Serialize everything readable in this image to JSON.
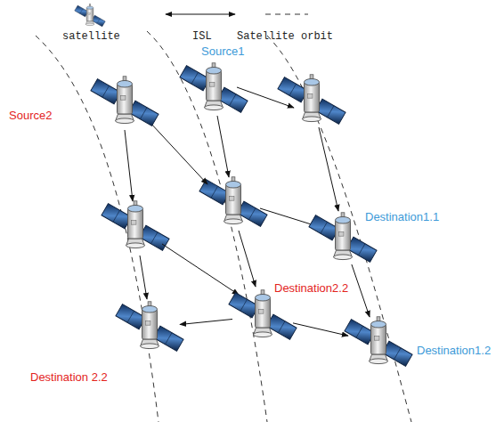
{
  "diagram": {
    "nodes": [
      {
        "text": [
          "Source1"
        ]
      },
      {
        "text": [
          "Source2"
        ]
      },
      {
        "text": [
          "Destination1.1"
        ]
      },
      {
        "text": [
          "Destination2.2"
        ]
      },
      {
        "text": [
          "Destination1.2"
        ]
      },
      {
        "text": [
          "Destination 2.2"
        ]
      }
    ],
    "edges": [
      {
        "from": 2,
        "to": 4,
        "arrow": "to"
      },
      {
        "from": 3,
        "to": 5,
        "arrow": "to"
      },
      {
        "from": 3,
        "to": 4,
        "arrow": "to"
      }
    ],
    "legend": [
      {
        "text": "satellite"
      },
      {
        "text": "ISL"
      },
      {
        "text": "Satellite orbit"
      }
    ]
  }
}
